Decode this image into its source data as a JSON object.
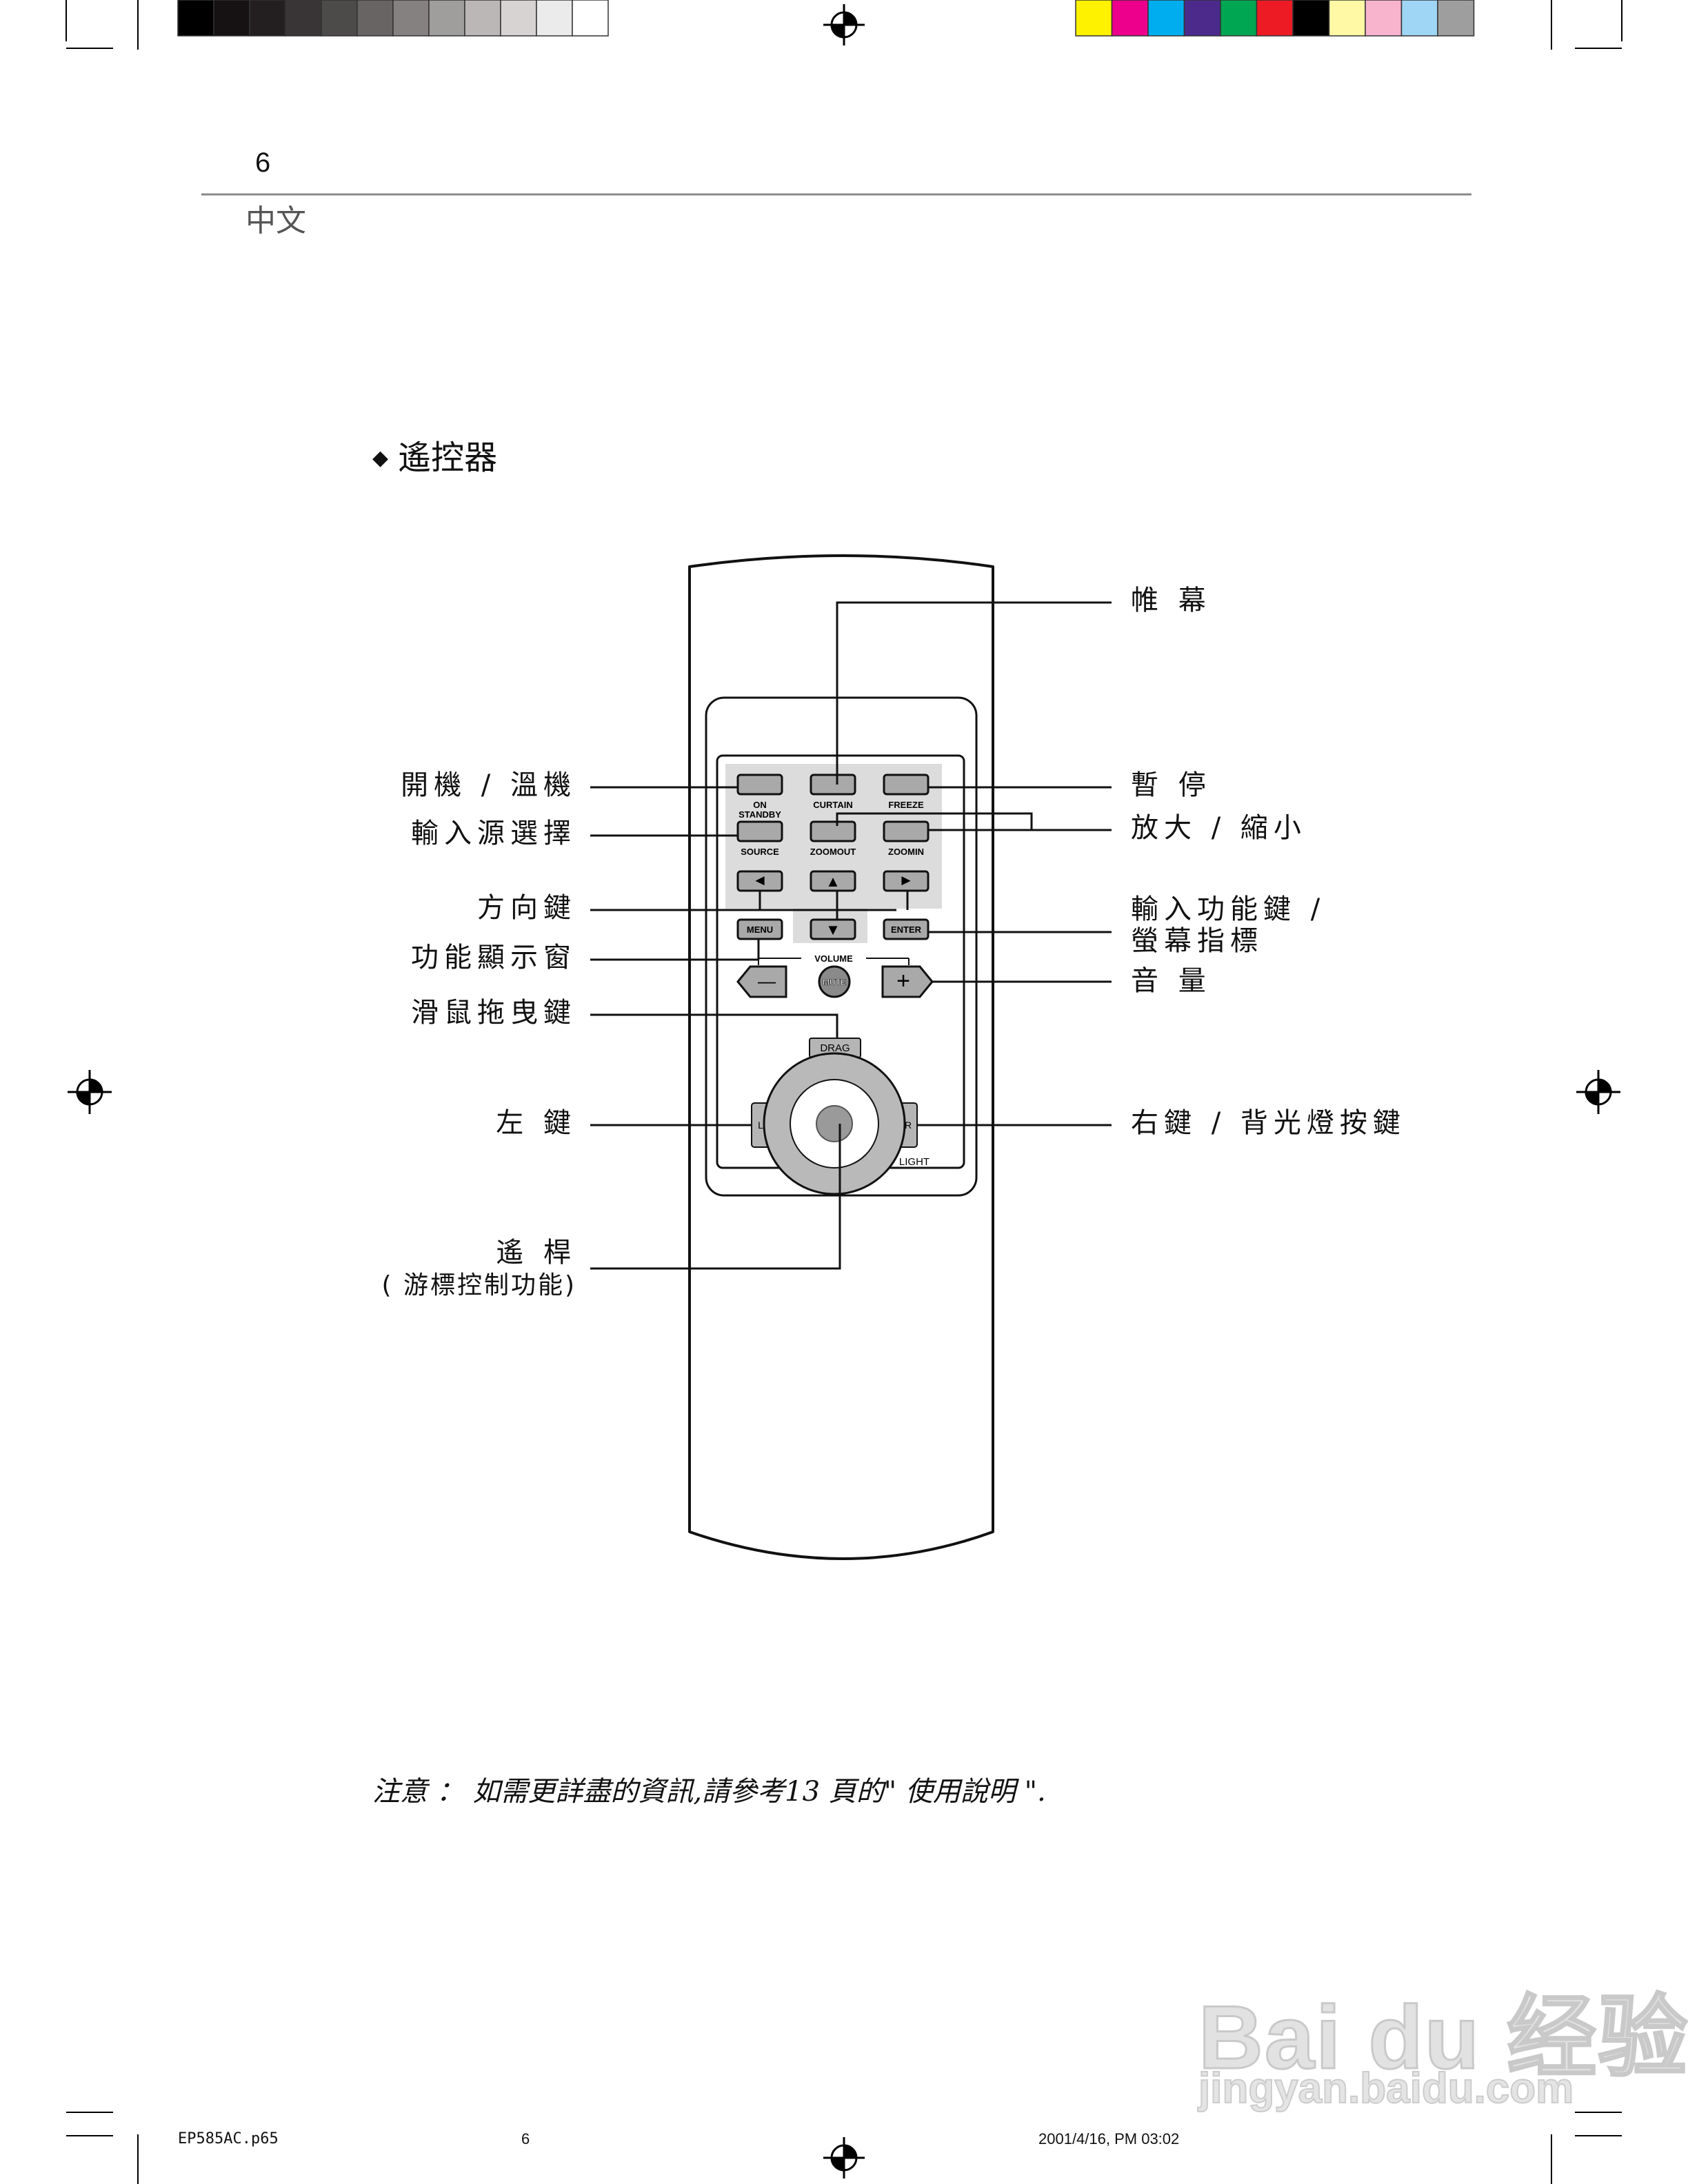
{
  "header": {
    "page_number": "6",
    "language": "中文"
  },
  "section": {
    "bullet": "◆",
    "title": "遙控器"
  },
  "callouts_left": {
    "power": "開機 / 溫機",
    "source_select": "輸入源選擇",
    "direction_keys": "方向鍵",
    "menu_window": "功能顯示窗",
    "mouse_drag": "滑鼠拖曳鍵",
    "left_key": "左 鍵",
    "joystick": "遙 桿",
    "joystick_sub": "( 游標控制功能)"
  },
  "callouts_right": {
    "curtain": "帷 幕",
    "pause": "暫 停",
    "zoom": "放大 /  縮小",
    "enter_line1": "輸入功能鍵 /",
    "enter_line2": "螢幕指標",
    "volume": "音 量",
    "right_key": "右鍵 /  背光燈按鍵"
  },
  "remote": {
    "on_label": "ON",
    "standby_label": "STANDBY",
    "curtain_label": "CURTAIN",
    "freeze_label": "FREEZE",
    "source_label": "SOURCE",
    "zoomout_label": "ZOOMOUT",
    "zoomin_label": "ZOOMIN",
    "menu_label": "MENU",
    "enter_label": "ENTER",
    "volume_label": "VOLUME",
    "mute_label": "MUTE",
    "drag_label": "DRAG",
    "left_label": "L",
    "right_label": "R",
    "light_label": "LIGHT",
    "arrow_left": "◄",
    "arrow_up": "▲",
    "arrow_right": "►",
    "arrow_down": "▼",
    "minus": "—",
    "plus": "+"
  },
  "note": "注意 ：  如需更詳盡的資訊,請參考13 頁的\" 使用說明  \".",
  "footer": {
    "filename": "EP585AC.p65",
    "page": "6",
    "datetime": "2001/4/16, PM 03:02"
  },
  "watermark": {
    "brand": "Bai du 经验",
    "url": "jingyan.baidu.com"
  },
  "colors": {
    "gray_bar": [
      "#000000",
      "#161214",
      "#231f20",
      "#393536",
      "#4d4a4a",
      "#686464",
      "#858181",
      "#a09d9d",
      "#bab7b6",
      "#d6d3d2",
      "#ecebeb",
      "#ffffff"
    ],
    "color_bar": [
      "#fff200",
      "#ec008c",
      "#00aeef",
      "#4c2a8c",
      "#00a651",
      "#ed1c24",
      "#000000",
      "#fff9a6",
      "#f9b4cd",
      "#9fd6f5",
      "#9e9e9e"
    ]
  }
}
